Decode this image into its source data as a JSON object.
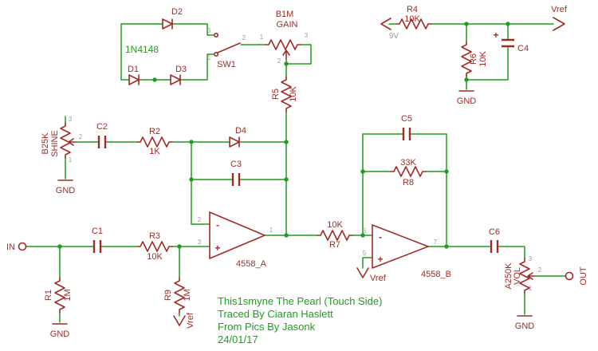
{
  "colors": {
    "bg": "#ffffff",
    "wire": "#1e9e1e",
    "symbol": "#a02c26",
    "pin": "#9b9b9b",
    "note": "#1e9e1e"
  },
  "ports": {
    "in": "IN",
    "out": "OUT"
  },
  "power": {
    "v9": "9V",
    "vref": "Vref",
    "gnd": "GND"
  },
  "ics": {
    "a": "4558_A",
    "b": "4558_B"
  },
  "pins": {
    "n1": "1",
    "n2": "2",
    "n3": "3",
    "n5": "5",
    "n6": "6",
    "n7": "7",
    "minus": "-",
    "plus": "+"
  },
  "components": {
    "D1": {
      "name": "D1"
    },
    "D2": {
      "name": "D2"
    },
    "D3": {
      "name": "D3"
    },
    "D4": {
      "name": "D4"
    },
    "diode_type": "1N4148",
    "SW1": {
      "name": "SW1"
    },
    "GAIN": {
      "name": "B1M",
      "value": "GAIN"
    },
    "SHINE": {
      "name": "B25K",
      "value": "SHINE"
    },
    "VOL": {
      "name": "A250K",
      "value": "VOL"
    },
    "R1": {
      "name": "R1",
      "value": "1M"
    },
    "R2": {
      "name": "R2",
      "value": "1K"
    },
    "R3": {
      "name": "R3",
      "value": "10K"
    },
    "R4": {
      "name": "R4",
      "value": "10K"
    },
    "R5": {
      "name": "R5",
      "value": "10K"
    },
    "R6": {
      "name": "R6",
      "value": "10K"
    },
    "R7": {
      "name": "R7",
      "value": "10K"
    },
    "R8": {
      "name": "R8",
      "value": "33K"
    },
    "R9": {
      "name": "R9",
      "value": "1M"
    },
    "C1": {
      "name": "C1"
    },
    "C2": {
      "name": "C2"
    },
    "C3": {
      "name": "C3"
    },
    "C4": {
      "name": "C4",
      "polarity": "+"
    },
    "C5": {
      "name": "C5"
    },
    "C6": {
      "name": "C6"
    }
  },
  "notes": {
    "line1": "This1smyne The Pearl (Touch Side)",
    "line2": "Traced By Ciaran Haslett",
    "line3": "From Pics By Jasonk",
    "line4": "24/01/17"
  }
}
